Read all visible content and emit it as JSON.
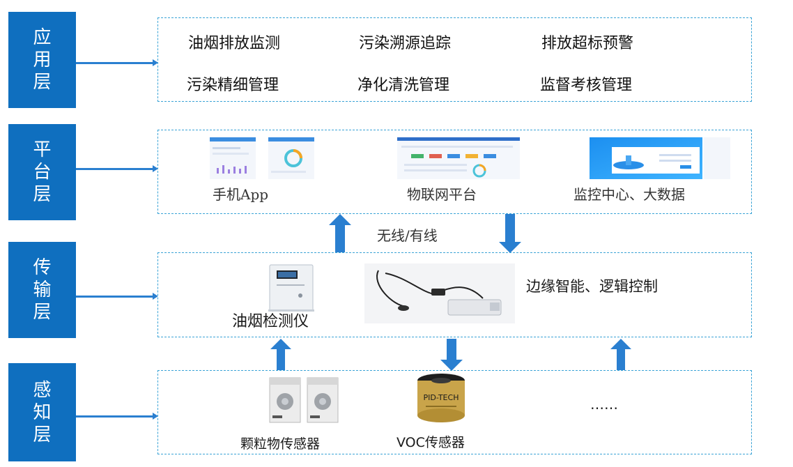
{
  "layers": {
    "app": {
      "chars": [
        "应",
        "用",
        "层"
      ]
    },
    "platform": {
      "chars": [
        "平",
        "台",
        "层"
      ]
    },
    "transmission": {
      "chars": [
        "传",
        "输",
        "层"
      ]
    },
    "perception": {
      "chars": [
        "感",
        "知",
        "层"
      ]
    }
  },
  "app_layer": {
    "items": [
      "油烟排放监测",
      "污染溯源追踪",
      "排放超标预警",
      "污染精细管理",
      "净化清洗管理",
      "监督考核管理"
    ]
  },
  "platform_layer": {
    "items": [
      "手机App",
      "物联网平台",
      "监控中心、大数据"
    ]
  },
  "link_label": "无线/有线",
  "transmission_layer": {
    "device_label": "油烟检测仪",
    "edge_label": "边缘智能、逻辑控制"
  },
  "perception_layer": {
    "sensor_particle": "颗粒物传感器",
    "sensor_voc": "VOC传感器",
    "voc_brand": "PID-TECH",
    "more": "……"
  },
  "colors": {
    "layer_blue": "#0f6fbf",
    "arrow_blue": "#2a7fd0",
    "panel_border": "#39a3d6"
  }
}
